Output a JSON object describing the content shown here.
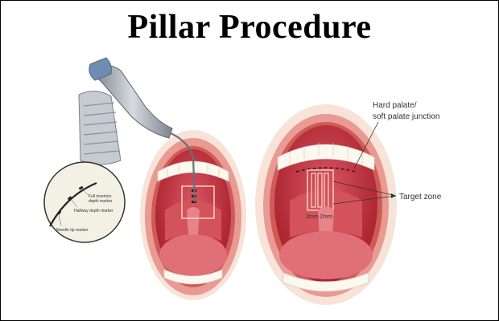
{
  "title": "Pillar Procedure",
  "labels": {
    "hard_palate_line1": "Hard palate/",
    "hard_palate_line2": "soft palate junction",
    "target_zone": "Target zone",
    "spacing": "2mm 2mm",
    "full_insertion_line1": "Full insertion",
    "full_insertion_line2": "depth marker",
    "halfway": "Halfway depth marker",
    "needle_tip": "Needle tip marker"
  },
  "colors": {
    "lip_outer": "#e99a92",
    "lip_inner": "#cf5b57",
    "mouth_cavity": "#b72a35",
    "palate": "#d4535a",
    "tongue": "#e06f78",
    "uvula": "#e8838a",
    "teeth": "#fbf8f0",
    "skin": "#f7e3d7",
    "device_body": "#a3a9b1",
    "device_cap": "#6f8db0",
    "target_box": "#f1dcc8"
  }
}
